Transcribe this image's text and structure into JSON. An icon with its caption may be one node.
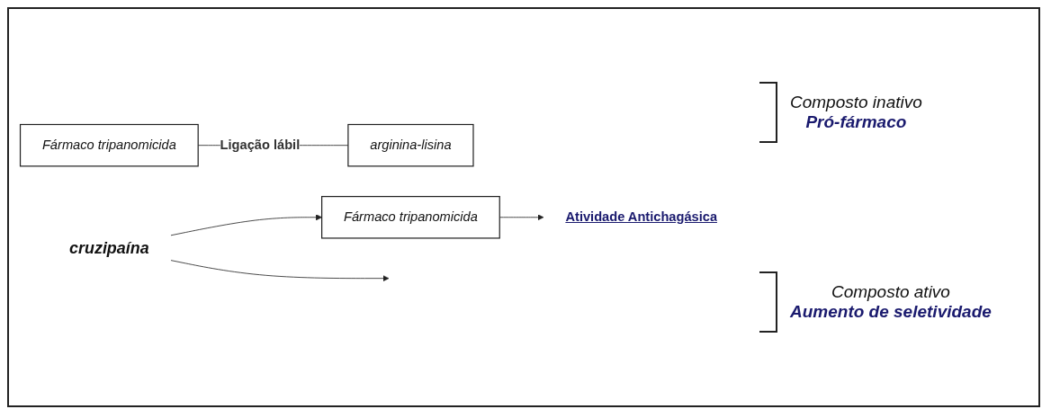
{
  "diagram": {
    "nodes": [
      {
        "text": [
          "Fármaco tripanomicida"
        ]
      },
      {
        "text": [
          "arginina-lisina"
        ]
      },
      {
        "text": [
          "cruzipaína"
        ]
      },
      {
        "text": [
          "Fármaco tripanomicida"
        ]
      },
      {
        "text": [
          "Atividade Antichagásica"
        ]
      }
    ],
    "edges": [
      {
        "from": 0,
        "to": 1,
        "arrow": "none",
        "label": "Ligação lábil"
      },
      {
        "from": 2,
        "to": null,
        "arrow": "to"
      },
      {
        "from": 2,
        "to": 3,
        "arrow": "to"
      },
      {
        "from": 3,
        "to": 4,
        "arrow": "to"
      }
    ],
    "labels": [
      "Composto inativo",
      "Pró-fármaco",
      "Composto ativo",
      "Aumento de seletividade"
    ]
  }
}
